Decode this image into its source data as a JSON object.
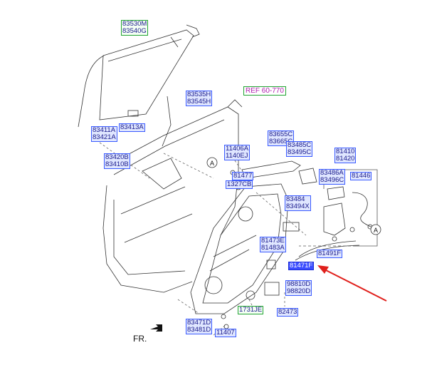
{
  "callouts": {
    "c83530": [
      "83530M",
      "83540G"
    ],
    "c83535": [
      "83535H",
      "83545H"
    ],
    "c83411": [
      "83411A",
      "83421A"
    ],
    "c83413": [
      "83413A"
    ],
    "c83420": [
      "83420B",
      "83410B"
    ],
    "c83655": [
      "83655C",
      "83665C"
    ],
    "c83485": [
      "83485C",
      "83495C"
    ],
    "c11406": [
      "11406A",
      "1140EJ"
    ],
    "c81410": [
      "81410",
      "81420"
    ],
    "c83486": [
      "83486A",
      "83496C"
    ],
    "c81446": [
      "81446"
    ],
    "c81477": [
      "81477"
    ],
    "c1327": [
      "1327CB"
    ],
    "c83484": [
      "83484",
      "83494X"
    ],
    "c81473": [
      "81473E",
      "81483A"
    ],
    "c81491": [
      "81491F"
    ],
    "c81471": [
      "81471F"
    ],
    "c98810": [
      "98810D",
      "98820D"
    ],
    "c1731": [
      "1731JE"
    ],
    "c82473": [
      "82473"
    ],
    "c83471": [
      "83471D",
      "83481D"
    ],
    "c11407": [
      "11407"
    ]
  },
  "ref_label": "REF 60-770",
  "direction_label": "FR.",
  "circle_marker": "A",
  "colors": {
    "callout_border": "#3b5bff",
    "callout_fill": "#dfe6ff",
    "highlight_fill": "#3b4dff",
    "pointer_arrow": "#e0201c",
    "ref_text": "#b01fb0"
  }
}
